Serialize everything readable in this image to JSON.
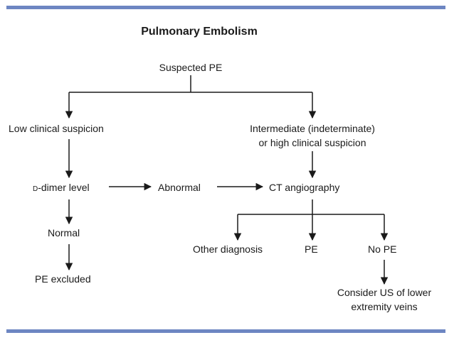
{
  "title": "Pulmonary Embolism",
  "colors": {
    "rule": "#6d86c2",
    "line": "#1a1a1a"
  },
  "nodes": {
    "suspected": "Suspected PE",
    "low": "Low clinical suspicion",
    "intermediate_line1": "Intermediate (indeterminate)",
    "intermediate_line2": "or high clinical suspicion",
    "ddimer_prefix": "D",
    "ddimer_rest": "-dimer level",
    "abnormal": "Abnormal",
    "ct": "CT angiography",
    "normal": "Normal",
    "other": "Other diagnosis",
    "pe": "PE",
    "nope": "No PE",
    "excluded": "PE excluded",
    "consider_line1": "Consider US of lower",
    "consider_line2": "extremity veins"
  }
}
